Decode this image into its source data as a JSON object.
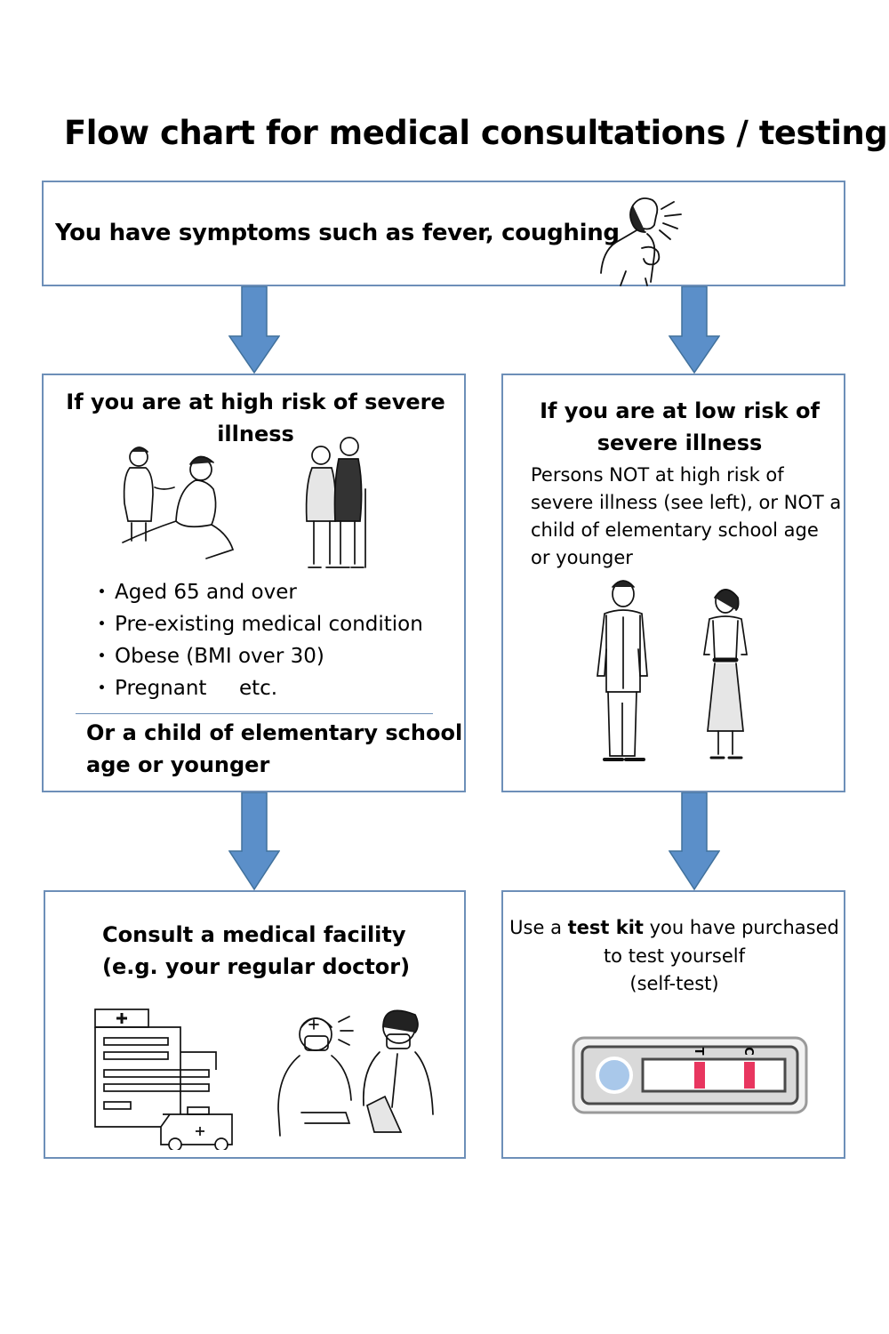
{
  "title": "Flow chart for medical consultations / testing",
  "top_box": {
    "text": "You have symptoms such as fever, coughing"
  },
  "high_risk": {
    "heading_line1": "If you are at high risk of severe",
    "heading_line2": "illness",
    "bullet_glyph": "・",
    "bullets": [
      "Aged 65 and over",
      "Pre-existing medical condition",
      "Obese (BMI over 30)",
      "Pregnant     etc."
    ],
    "or_line1": "Or a child of elementary school",
    "or_line2": "age or younger"
  },
  "low_risk": {
    "heading_line1": "If you are at low risk of",
    "heading_line2": "severe illness",
    "desc_lines": [
      "Persons NOT at high risk of",
      "severe illness (see left), or NOT a",
      "child of elementary school age",
      "or younger"
    ]
  },
  "consult": {
    "line1": "Consult a medical facility",
    "line2": "(e.g. your regular doctor)"
  },
  "testkit": {
    "line1_pre": "Use a ",
    "line1_bold": "test kit",
    "line1_post": " you have purchased",
    "line2": "to test yourself",
    "line3": "(self-test)",
    "t_label": "T",
    "c_label": "C"
  },
  "colors": {
    "arrow": "#5b8fc9",
    "box_border": "#6d8fb8",
    "test_line": "#e8365f",
    "sample_well": "#a9c8ea",
    "divider": "#6d8fb8"
  }
}
